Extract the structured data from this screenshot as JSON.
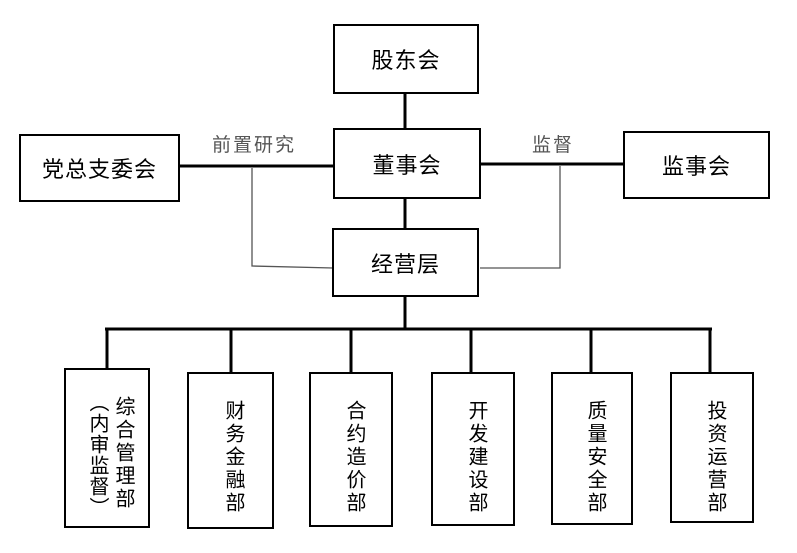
{
  "top": {
    "shareholders": "股东会"
  },
  "middle": {
    "board": "董事会",
    "party": "党总支委会",
    "supervisors": "监事会",
    "management": "经营层"
  },
  "annotations": {
    "research": "前置研究",
    "supervision": "监督"
  },
  "departments": [
    {
      "col1": "综合管理部",
      "col2": "（内审监督）"
    },
    {
      "col1": "财务金融部"
    },
    {
      "col1": "合约造价部"
    },
    {
      "col1": "开发建设部"
    },
    {
      "col1": "质量安全部"
    },
    {
      "col1": "投资运营部"
    }
  ]
}
